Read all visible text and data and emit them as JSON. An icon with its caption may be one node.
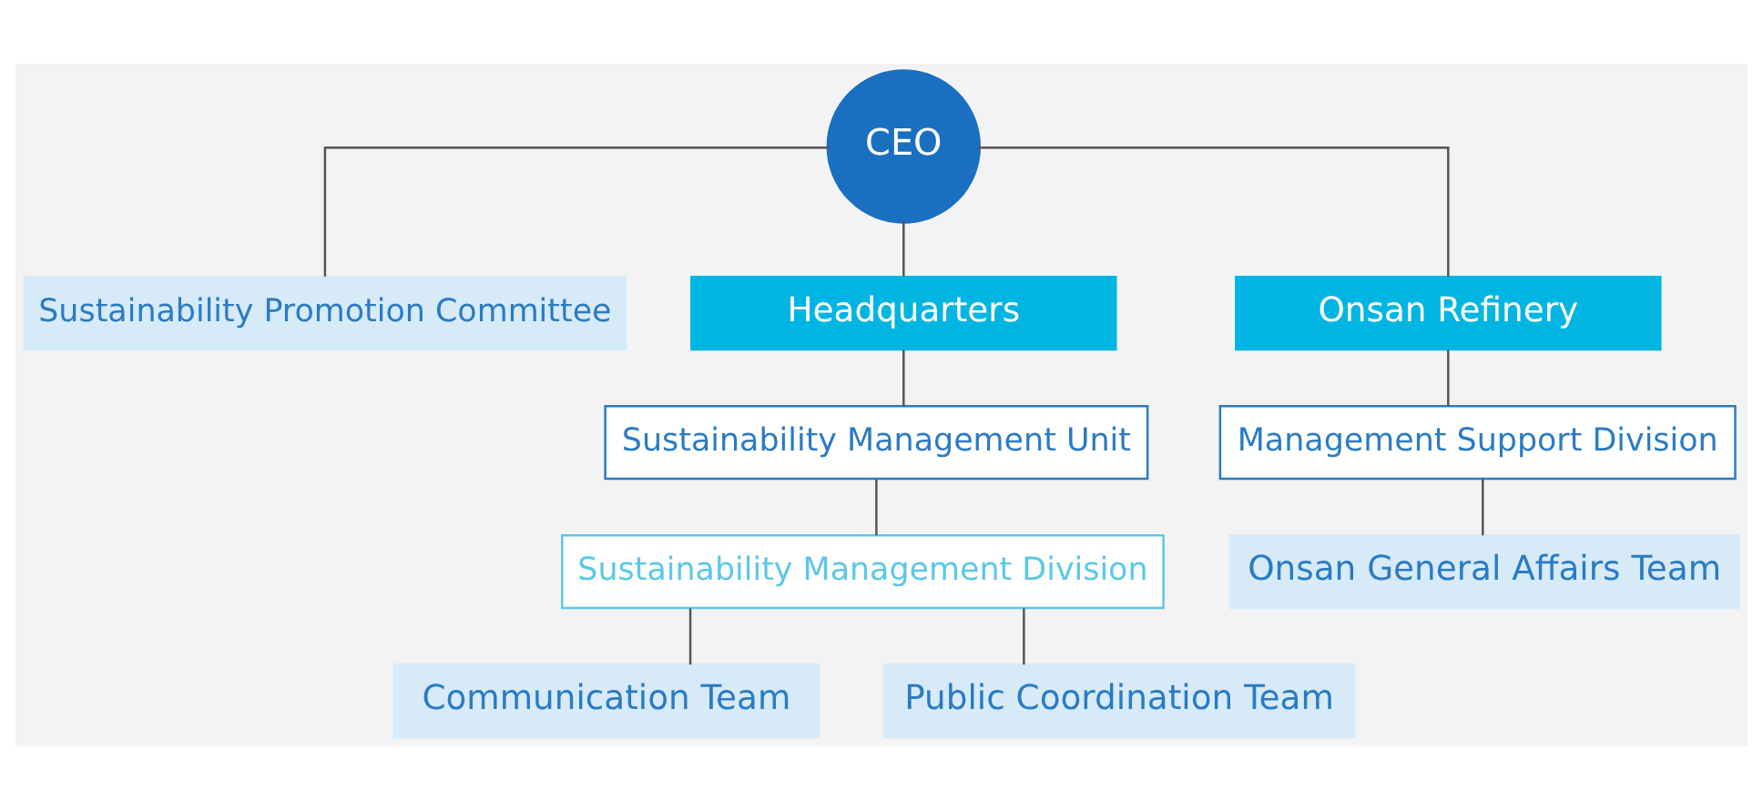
{
  "diagram": {
    "nodes": [
      {
        "text": [
          "CEO"
        ]
      },
      {
        "text": [
          "Sustainability Promotion Committee"
        ]
      },
      {
        "text": [
          "Headquarters"
        ]
      },
      {
        "text": [
          "Onsan Refinery"
        ]
      },
      {
        "text": [
          "Sustainability Management Unit"
        ]
      },
      {
        "text": [
          "Sustainability Management Division"
        ]
      },
      {
        "text": [
          "Communication Team"
        ]
      },
      {
        "text": [
          "Public Coordination Team"
        ]
      },
      {
        "text": [
          "Management Support Division"
        ]
      },
      {
        "text": [
          "Onsan General Affairs Team"
        ]
      }
    ],
    "edges": [
      {
        "from": 0,
        "to": 1,
        "arrow": "none"
      },
      {
        "from": 0,
        "to": 2,
        "arrow": "none"
      },
      {
        "from": 0,
        "to": 3,
        "arrow": "none"
      },
      {
        "from": 2,
        "to": 4,
        "arrow": "none"
      },
      {
        "from": 4,
        "to": 5,
        "arrow": "none"
      },
      {
        "from": 5,
        "to": 6,
        "arrow": "none"
      },
      {
        "from": 5,
        "to": 7,
        "arrow": "none"
      },
      {
        "from": 3,
        "to": 8,
        "arrow": "none"
      },
      {
        "from": 8,
        "to": 9,
        "arrow": "none"
      }
    ]
  }
}
